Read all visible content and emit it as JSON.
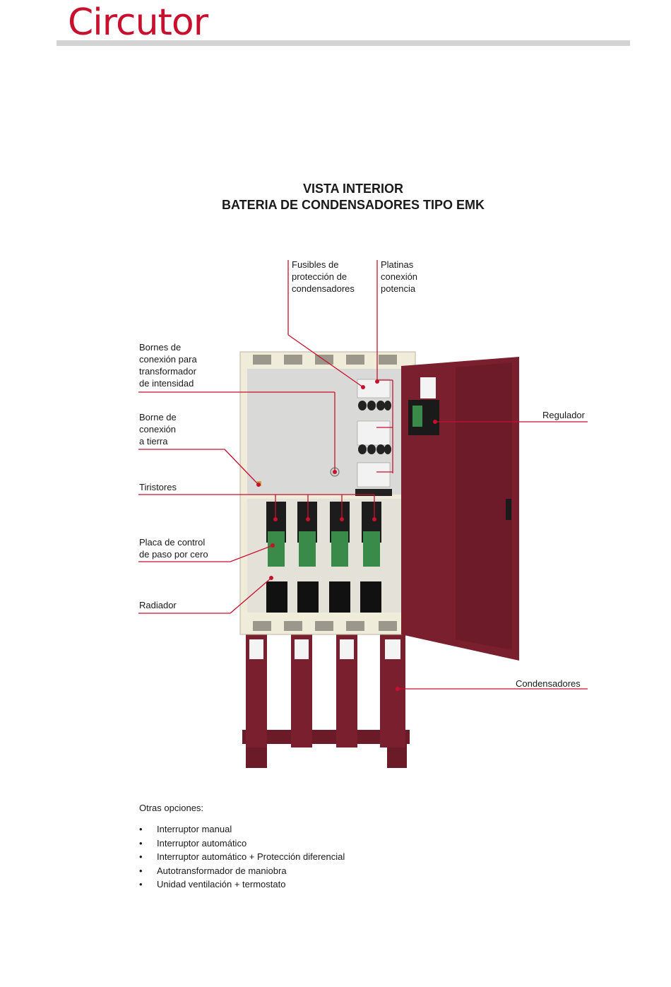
{
  "brand": {
    "logo_text": "Circutor",
    "color": "#c8102e"
  },
  "title": {
    "line1": "VISTA INTERIOR",
    "line2": "BATERIA DE CONDENSADORES TIPO EMK"
  },
  "labels": {
    "fusibles": "Fusibles de\nprotección de\ncondensadores",
    "platinas": "Platinas\nconexión\npotencia",
    "bornes_trafo": "Bornes de\nconexión  para\ntransformador\nde intensidad",
    "borne_tierra": "Borne de\nconexión\na tierra",
    "tiristores": "Tiristores",
    "placa_control": "Placa de control\nde paso por cero",
    "radiador": "Radiador",
    "regulador": "Regulador",
    "condensadores": "Condensadores"
  },
  "options": {
    "title": "Otras opciones:",
    "items": [
      "Interruptor manual",
      "Interruptor automático",
      "Interruptor automático  + Protección diferencial",
      "Autotransformador de maniobra",
      "Unidad ventilación + termostato"
    ]
  },
  "colors": {
    "cabinet": "#efecda",
    "door": "#7a1f2e",
    "callout": "#c8102e"
  }
}
